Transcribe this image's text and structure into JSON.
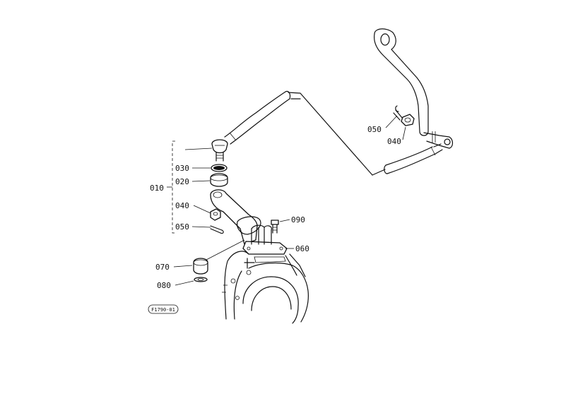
{
  "callouts": {
    "c010": "010",
    "c020": "020",
    "c030": "030",
    "c040_left": "040",
    "c050_left": "050",
    "c060": "060",
    "c070": "070",
    "c080": "080",
    "c090": "090",
    "c040_right": "040",
    "c050_right": "050"
  },
  "drawing_code": "F1790-01",
  "colors": {
    "ink": "#111111",
    "paper": "#ffffff"
  }
}
